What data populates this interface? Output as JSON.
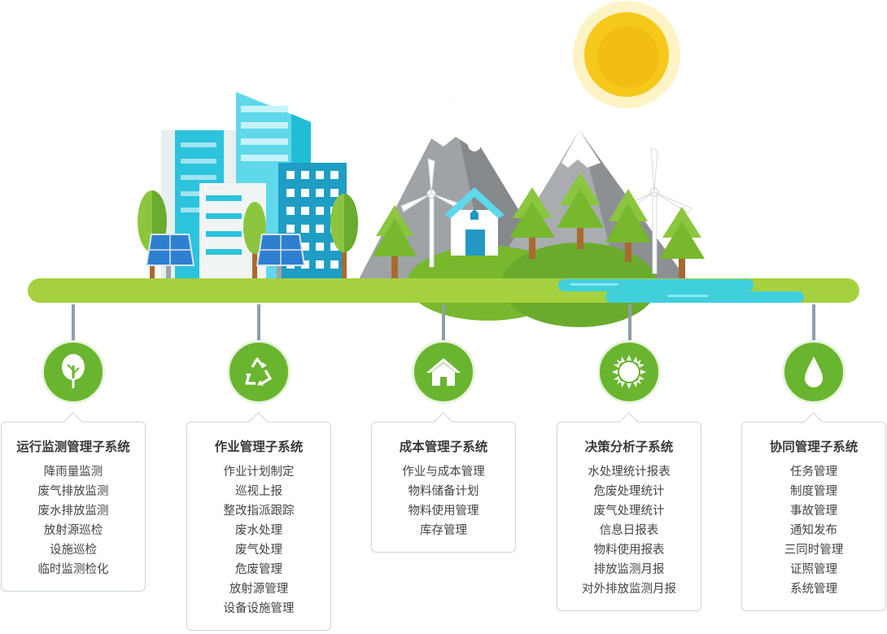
{
  "colors": {
    "ground": "#a6d13e",
    "circle": "#6ab52f",
    "stem": "#8e9eaa",
    "water": "#3fd0dc",
    "sun": "#f6c81c"
  },
  "systems": [
    {
      "icon": "tree-icon",
      "title": "运行监测管理子系统",
      "items": [
        "降雨量监测",
        "废气排放监测",
        "废水排放监测",
        "放射源巡检",
        "设施巡检",
        "临时监测检化"
      ]
    },
    {
      "icon": "recycle-icon",
      "title": "作业管理子系统",
      "items": [
        "作业计划制定",
        "巡视上报",
        "整改指派跟踪",
        "废水处理",
        "废气处理",
        "危废管理",
        "放射源管理",
        "设备设施管理"
      ]
    },
    {
      "icon": "home-icon",
      "title": "成本管理子系统",
      "items": [
        "作业与成本管理",
        "物料储备计划",
        "物料使用管理",
        "库存管理"
      ]
    },
    {
      "icon": "sun-icon",
      "title": "决策分析子系统",
      "items": [
        "水处理统计报表",
        "危废处理统计",
        "废气处理统计",
        "信息日报表",
        "物料使用报表",
        "排放监测月报",
        "对外排放监测月报"
      ]
    },
    {
      "icon": "water-drop-icon",
      "title": "协同管理子系统",
      "items": [
        "任务管理",
        "制度管理",
        "事故管理",
        "通知发布",
        "三同时管理",
        "证照管理",
        "系统管理"
      ]
    }
  ]
}
